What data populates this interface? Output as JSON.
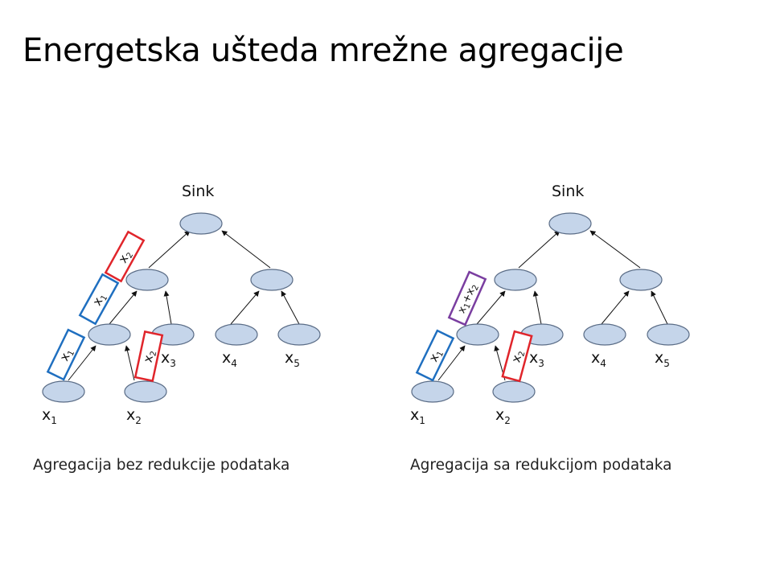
{
  "title": "Energetska ušteda mrežne agregacije",
  "colors": {
    "node_fill": "#c5d5ea",
    "node_stroke": "#5a6c86",
    "packet_x1": "#1f6fc0",
    "packet_x2": "#e0252b",
    "packet_sum": "#7a3ea0"
  },
  "left_diagram": {
    "sink_label": "Sink",
    "caption": "Agregacija bez redukcije podataka",
    "leaf_labels": {
      "x1": {
        "base": "x",
        "sub": "1"
      },
      "x2": {
        "base": "x",
        "sub": "2"
      },
      "x3": {
        "base": "x",
        "sub": "3"
      },
      "x4": {
        "base": "x",
        "sub": "4"
      },
      "x5": {
        "base": "x",
        "sub": "5"
      }
    },
    "packets": {
      "lower_x1": {
        "base": "x",
        "sub": "1"
      },
      "lower_x2": {
        "base": "x",
        "sub": "2"
      },
      "upper_x1": {
        "base": "x",
        "sub": "1"
      },
      "upper_x2": {
        "base": "x",
        "sub": "2"
      }
    }
  },
  "right_diagram": {
    "sink_label": "Sink",
    "caption": "Agregacija sa redukcijom podataka",
    "leaf_labels": {
      "x1": {
        "base": "x",
        "sub": "1"
      },
      "x2": {
        "base": "x",
        "sub": "2"
      },
      "x3": {
        "base": "x",
        "sub": "3"
      },
      "x4": {
        "base": "x",
        "sub": "4"
      },
      "x5": {
        "base": "x",
        "sub": "5"
      }
    },
    "packets": {
      "lower_x1": {
        "base": "x",
        "sub": "1"
      },
      "lower_x2": {
        "base": "x",
        "sub": "2"
      },
      "aggregated": {
        "base1": "x",
        "sub1": "1",
        "plus": "+",
        "base2": "x",
        "sub2": "2"
      }
    }
  }
}
